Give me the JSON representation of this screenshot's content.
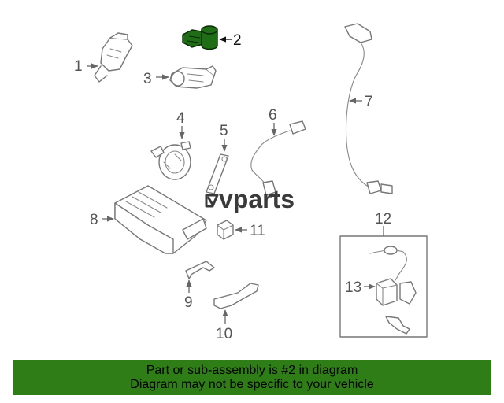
{
  "diagram": {
    "callouts": [
      "1",
      "2",
      "3",
      "4",
      "5",
      "6",
      "7",
      "8",
      "9",
      "10",
      "11",
      "12",
      "13"
    ],
    "highlighted_callout": "2",
    "highlight_color": "#1f6e16"
  },
  "watermark": {
    "text": "vparts"
  },
  "banner": {
    "line1": "Part or sub-assembly is #2 in diagram",
    "line2": "Diagram may not be specific to your vehicle",
    "background": "#2e7d16"
  }
}
